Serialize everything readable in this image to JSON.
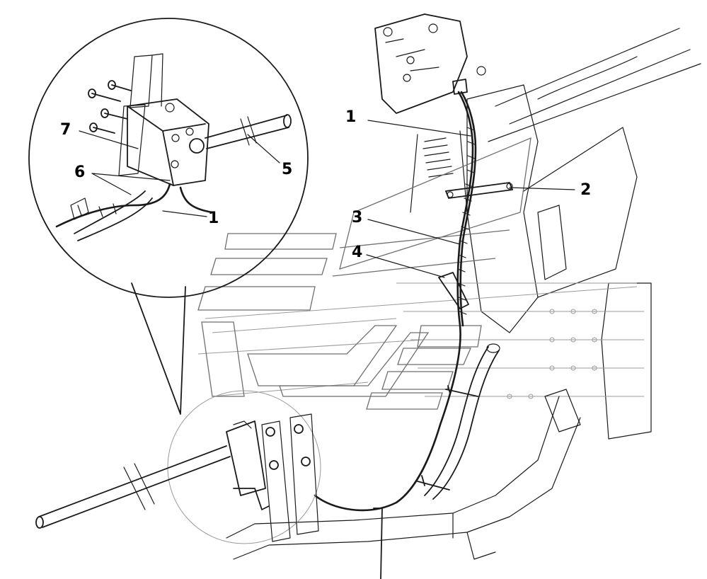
{
  "callouts": [
    {
      "id": "1",
      "label": "1"
    },
    {
      "id": "2",
      "label": "2"
    },
    {
      "id": "3",
      "label": "3"
    },
    {
      "id": "4",
      "label": "4"
    },
    {
      "id": "5",
      "label": "5"
    },
    {
      "id": "6",
      "label": "6"
    },
    {
      "id": "7",
      "label": "7"
    },
    {
      "id": "1-detail",
      "label": "1"
    }
  ],
  "colors": {
    "line": "#1a1a1a",
    "background": "#ffffff",
    "watermark": "#6f6f6f"
  },
  "icons": [
    "watermark-logo"
  ]
}
